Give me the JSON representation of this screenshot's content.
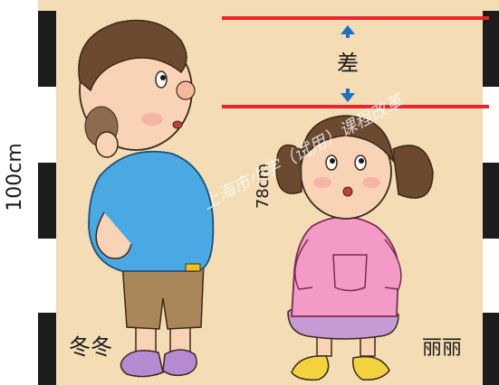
{
  "labels": {
    "height_left": "100cm",
    "height_girl": "78cm",
    "difference": "差",
    "boy_name": "冬冬",
    "girl_name": "丽丽"
  },
  "watermark": {
    "text": "上海市小学（试用）课程改革",
    "color": "#ffffff"
  },
  "values": {
    "boy_height_cm": 100,
    "girl_height_cm": 78
  },
  "colors": {
    "background": "#f4dcb4",
    "reference_line": "#e8262b",
    "arrow": "#1f6fc4",
    "ruler_black": "#1c1c1c",
    "boy_shirt": "#4aa9e3",
    "boy_shorts": "#a9875a",
    "girl_dress": "#f49ac6",
    "girl_skirt": "#c79ad6"
  }
}
